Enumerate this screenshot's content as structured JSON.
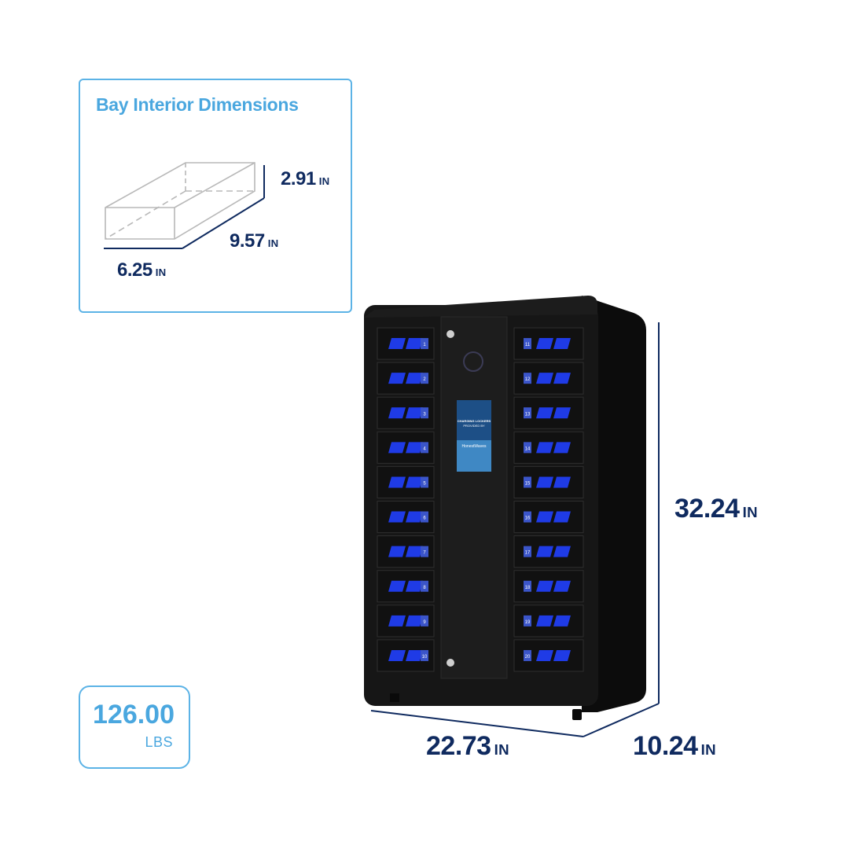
{
  "bay": {
    "title": "Bay Interior Dimensions",
    "height": {
      "value": "2.91",
      "unit": "IN"
    },
    "depth": {
      "value": "9.57",
      "unit": "IN"
    },
    "width": {
      "value": "6.25",
      "unit": "IN"
    }
  },
  "locker": {
    "height": {
      "value": "32.24",
      "unit": "IN"
    },
    "width": {
      "value": "22.73",
      "unit": "IN"
    },
    "depth": {
      "value": "10.24",
      "unit": "IN"
    },
    "screen_line1": "CHARGING LOCKERS",
    "screen_line2": "PROVIDED BY",
    "screen_brand": "HonestWaves",
    "left_doors": [
      "1",
      "2",
      "3",
      "4",
      "5",
      "6",
      "7",
      "8",
      "9",
      "10"
    ],
    "right_doors": [
      "11",
      "12",
      "13",
      "14",
      "15",
      "16",
      "17",
      "18",
      "19",
      "20"
    ]
  },
  "weight": {
    "value": "126.00",
    "unit": "LBS"
  },
  "colors": {
    "accent": "#4aa7df",
    "navy": "#0f2a5f",
    "door_blue": "#1f3be6",
    "cabinet": "#121212"
  }
}
